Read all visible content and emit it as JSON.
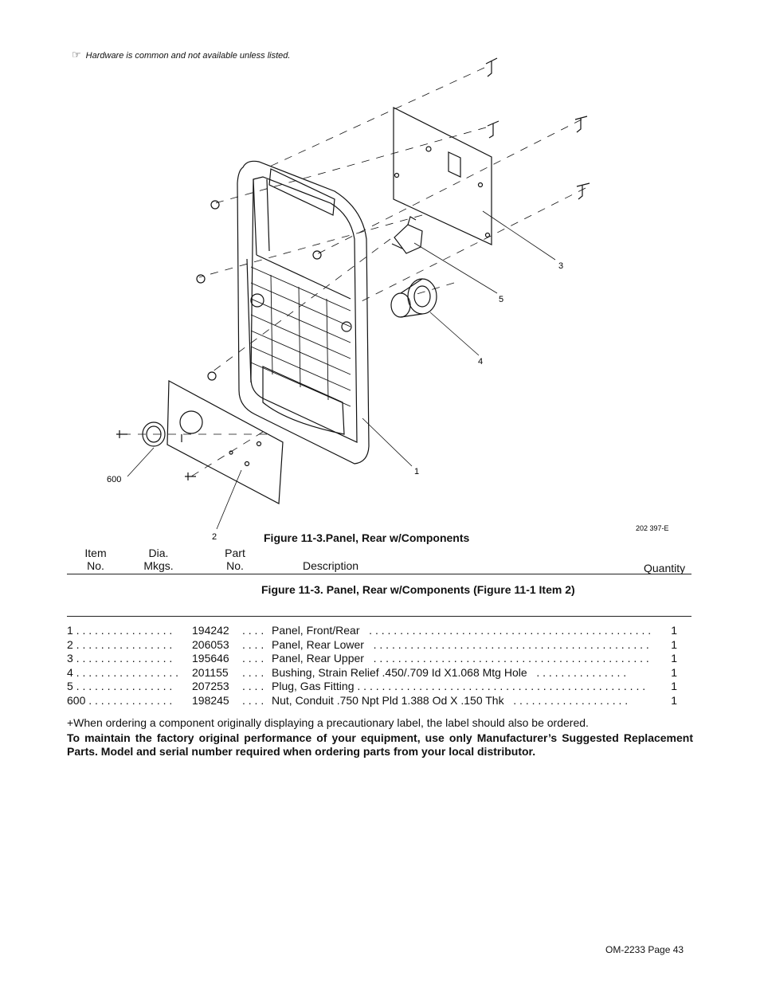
{
  "note": {
    "icon": "pointing-hand-icon",
    "text": "Hardware is common and not available unless listed."
  },
  "diagram": {
    "callouts": [
      "1",
      "2",
      "3",
      "4",
      "5",
      "600"
    ],
    "figure_id": "202 397-E"
  },
  "figure_caption": "Figure 11-3.Panel, Rear w/Components",
  "table_header": {
    "item_line1": "Item",
    "item_line2": "No.",
    "dia_line1": "Dia.",
    "dia_line2": "Mkgs.",
    "part_line1": "Part",
    "part_line2": "No.",
    "description": "Description",
    "quantity": "Quantity"
  },
  "section_title": "Figure 11-3. Panel, Rear w/Components (Figure 11-1 Item 2)",
  "parts": [
    {
      "item": "1 . . . . . . . . . . . . . . . .",
      "part": "194242",
      "dots": ". . . .",
      "desc": "Panel, Front/Rear",
      "lead": ". . . . . . . . . . . . . . . . . . . . . . . . . . . . . . . . . . . . . . . . . . . . . .",
      "qty": "1"
    },
    {
      "item": "2 . . . . . . . . . . . . . . . .",
      "part": "206053",
      "dots": ". . . .",
      "desc": "Panel, Rear Lower",
      "lead": ". . . . . . . . . . . . . . . . . . . . . . . . . . . . . . . . . . . . . . . . . . . . .",
      "qty": "1"
    },
    {
      "item": "3 . . . . . . . . . . . . . . . .",
      "part": "195646",
      "dots": ". . . .",
      "desc": "Panel, Rear Upper",
      "lead": ". . . . . . . . . . . . . . . . . . . . . . . . . . . . . . . . . . . . . . . . . . . . .",
      "qty": "1"
    },
    {
      "item": "4 . . . . . . . . . . . . . . . . .",
      "part": "201155",
      "dots": ". . . .",
      "desc": "Bushing, Strain Relief .450/.709 Id X1.068 Mtg Hole",
      "lead": ". . . . . . . . . . . . . . .",
      "qty": "1"
    },
    {
      "item": "5 . . . . . . . . . . . . . . . .",
      "part": "207253",
      "dots": ". . . .",
      "desc": "Plug, Gas Fitting",
      "lead": ". . . . . . . . . . . . . . . . . . . . . . . . . . . . . . . . . . . . . . . . . . . . . . .",
      "qty": "1"
    },
    {
      "item": "600 . . . . . . . . . . . . . .",
      "part": "198245",
      "dots": ". . . .",
      "desc": "Nut, Conduit .750 Npt Pld 1.388 Od X .150 Thk",
      "lead": ". . . . . . . . . . . . . . . . . . .",
      "qty": "1"
    }
  ],
  "footnote": "+When ordering a component originally displaying a precautionary label, the label should also be ordered.",
  "warning": "To maintain the factory original performance of your equipment, use only Manufacturer’s Suggested Replacement Parts. Model and serial number required when ordering parts from your local distributor.",
  "page_number": "OM-2233 Page 43"
}
